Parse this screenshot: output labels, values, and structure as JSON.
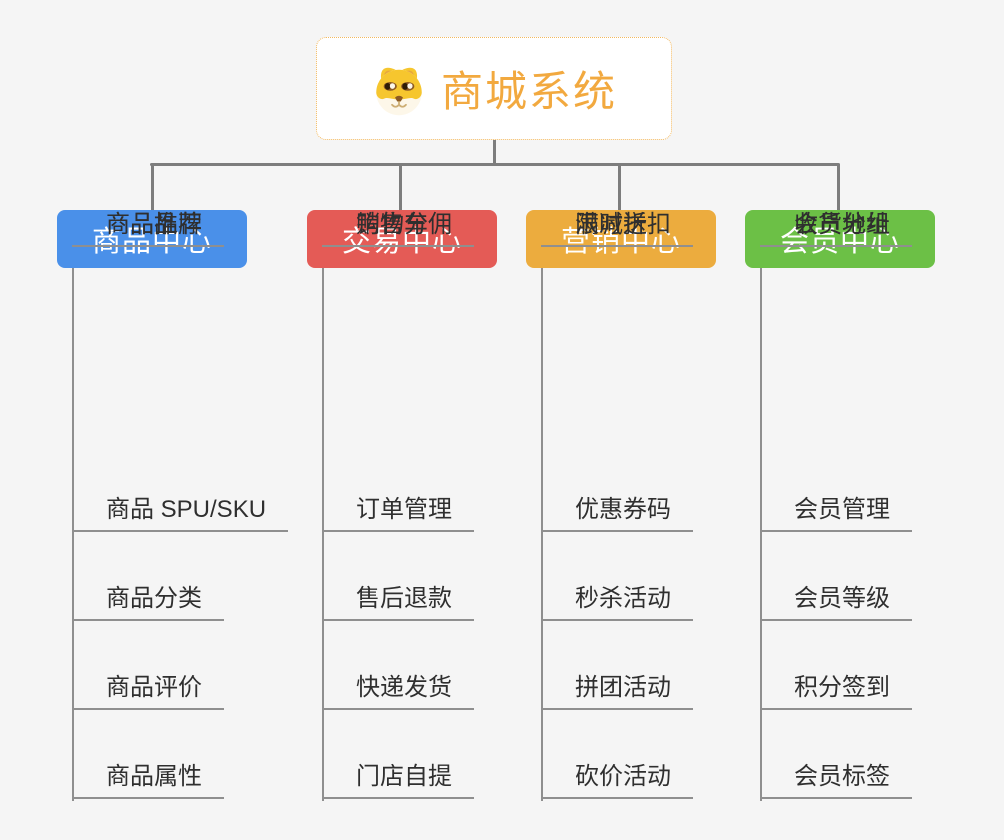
{
  "canvas": {
    "background": "#f5f5f5",
    "connector_color": "#7d7d7d",
    "leaf_line_color": "#8f8f8f",
    "leaf_text_color": "#2f2f2f"
  },
  "root": {
    "title": "商城系统",
    "title_color": "#f2a93f",
    "border_color": "#f3b95f",
    "icon": "dog-face-icon"
  },
  "branches": [
    {
      "label": "商品中心",
      "color": "#4a90e9",
      "items": [
        "商品 SPU/SKU",
        "商品分类",
        "商品评价",
        "商品属性",
        "商品推荐",
        "商品品牌"
      ]
    },
    {
      "label": "交易中心",
      "color": "#e45b56",
      "items": [
        "订单管理",
        "售后退款",
        "快递发货",
        "门店自提",
        "购物车",
        "销售分佣"
      ]
    },
    {
      "label": "营销中心",
      "color": "#ecac3e",
      "items": [
        "优惠券码",
        "秒杀活动",
        "拼团活动",
        "砍价活动",
        "限时折扣",
        "满减送"
      ]
    },
    {
      "label": "会员中心",
      "color": "#6cc046",
      "items": [
        "会员管理",
        "会员等级",
        "积分签到",
        "会员标签",
        "会员分组",
        "收货地址"
      ]
    }
  ]
}
